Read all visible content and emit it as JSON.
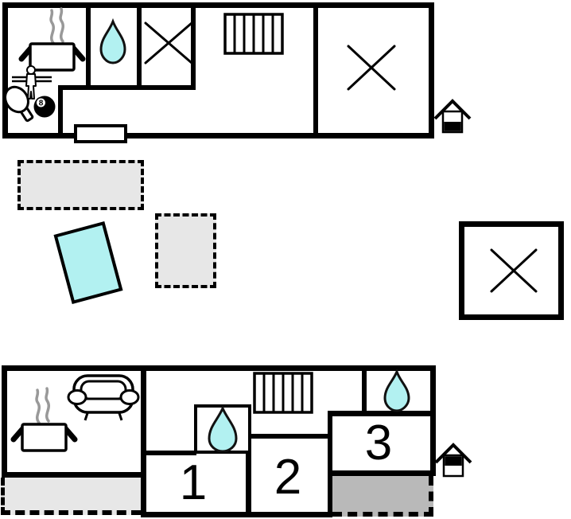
{
  "document": {
    "kind": "holiday-home-floor-plan"
  },
  "colors": {
    "wall": "#000000",
    "water_feature": "#b2f1f1",
    "terrace_light": "#e7e7e7",
    "terrace_dark": "#b9b9b9",
    "steam": "#999999"
  },
  "upper_floor_plan": {
    "house_level_marker": {
      "filled_half": "bottom"
    },
    "eight_ball_label": "8",
    "icon_names": [
      "steam-icon",
      "cooking-pot-icon",
      "foosball-player-icon",
      "table-tennis-paddle-icon",
      "billiard-8-ball-icon",
      "water-drop-icon",
      "bed-x-icon",
      "stairs-icon",
      "bed-x-large-icon",
      "house-level-icon",
      "entrance-step"
    ]
  },
  "grounds": {
    "icon_names": [
      "terrace-dashed-large",
      "pool-icon",
      "terrace-dashed-small",
      "outbuilding-x-icon"
    ]
  },
  "lower_floor_plan": {
    "house_level_marker": {
      "filled_half": "top"
    },
    "rooms": [
      {
        "label": "1"
      },
      {
        "label": "2"
      },
      {
        "label": "3"
      }
    ],
    "icon_names": [
      "steam-icon",
      "cooking-pot-icon",
      "sofa-icon",
      "water-drop-icon",
      "stairs-icon",
      "house-level-icon",
      "terrace-dashed-light",
      "terrace-dashed-dark"
    ]
  }
}
